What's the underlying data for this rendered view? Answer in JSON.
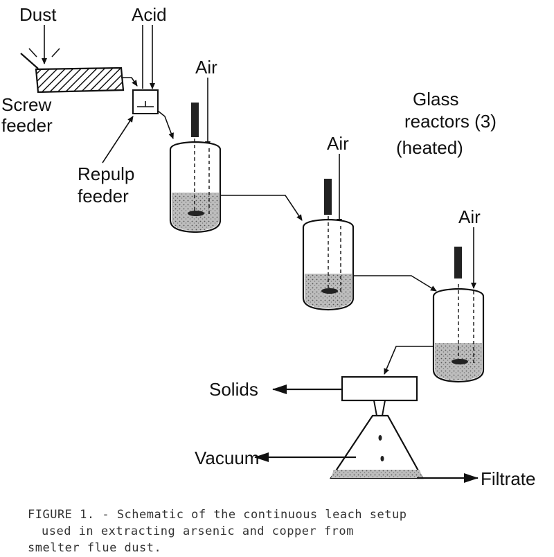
{
  "labels": {
    "dust": "Dust",
    "acid": "Acid",
    "screw_feeder_1": "Screw",
    "screw_feeder_2": "feeder",
    "repulp_feeder_1": "Repulp",
    "repulp_feeder_2": "feeder",
    "air_1": "Air",
    "air_2": "Air",
    "air_3": "Air",
    "glass_reactors_1": "Glass",
    "glass_reactors_2": "reactors (3)",
    "glass_reactors_3": "(heated)",
    "solids": "Solids",
    "vacuum": "Vacuum",
    "filtrate": "Filtrate"
  },
  "caption": {
    "line1": "FIGURE 1. - Schematic of the continuous leach setup",
    "line2": "used in extracting arsenic and copper from",
    "line3": "smelter flue dust."
  }
}
